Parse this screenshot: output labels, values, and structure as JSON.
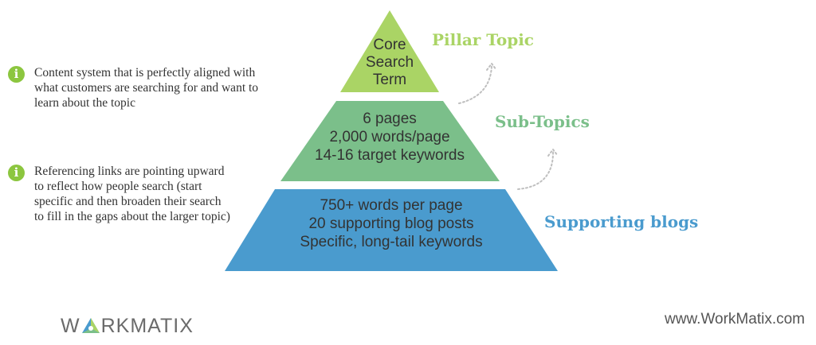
{
  "colors": {
    "tier_top": "#aad465",
    "tier_middle": "#7bbf8a",
    "tier_bottom": "#4a9bce",
    "label_top": "#aad465",
    "label_middle": "#7bbf8a",
    "label_bottom": "#4a9bce",
    "note_icon": "#8cc63f",
    "arrow": "#bfbfbf"
  },
  "pyramid": {
    "top": {
      "lines": [
        "Core",
        "Search",
        "Term"
      ],
      "label": "Pillar Topic"
    },
    "middle": {
      "lines": [
        "6 pages",
        "2,000 words/page",
        "14-16 target keywords"
      ],
      "label": "Sub-Topics"
    },
    "bottom": {
      "lines": [
        "750+ words per page",
        "20 supporting blog posts",
        "Specific, long-tail keywords"
      ],
      "label": "Supporting blogs"
    }
  },
  "notes": [
    {
      "icon": "info-icon",
      "glyph": "i",
      "text": "Content system that is perfectly aligned with what customers are searching for and want to learn about the topic"
    },
    {
      "icon": "info-icon",
      "glyph": "i",
      "text": "Referencing links are pointing upward to reflect how people search (start specific and then broaden their search to fill in the gaps about the larger topic)"
    }
  ],
  "footer": {
    "logo_before": "W",
    "logo_after": "RKMATIX",
    "url": "www.WorkMatix.com"
  }
}
